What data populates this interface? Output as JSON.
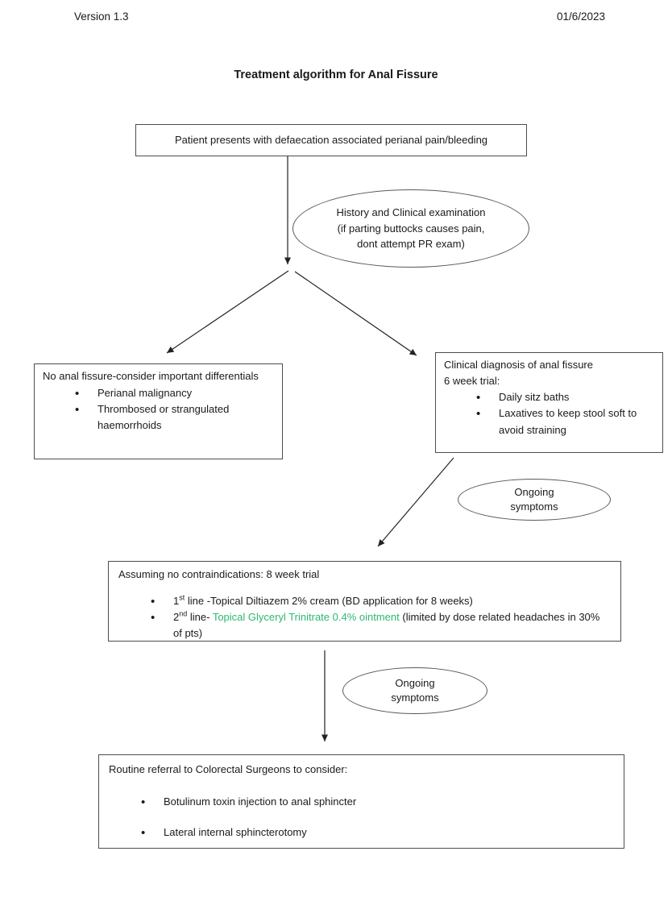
{
  "header": {
    "version": "Version 1.3",
    "date": "01/6/2023",
    "title": "Treatment algorithm for Anal Fissure"
  },
  "nodes": {
    "presenting": {
      "text": "Patient presents with defaecation associated perianal pain/bleeding"
    },
    "history_exam": {
      "line1": "History and Clinical examination",
      "line2": "(if parting buttocks causes pain,",
      "line3": "dont attempt PR exam)"
    },
    "no_fissure": {
      "heading": "No anal fissure-consider important differentials",
      "bullets": [
        "Perianal malignancy",
        "Thrombosed or strangulated haemorrhoids"
      ]
    },
    "clinical_diagnosis": {
      "line1": "Clinical diagnosis of anal fissure",
      "line2": "6 week trial:",
      "bullets": [
        "Daily sitz baths",
        "Laxatives to keep stool soft to avoid straining"
      ]
    },
    "ongoing_symptoms_1": {
      "line1": "Ongoing",
      "line2": "symptoms"
    },
    "eight_week_trial": {
      "heading": "Assuming no contraindications: 8 week trial",
      "first_line": {
        "ordinal": "1",
        "ordinal_suffix": "st",
        "text": " line -Topical Diltiazem 2% cream (BD application for 8 weeks)"
      },
      "second_line": {
        "ordinal": "2",
        "ordinal_suffix": "nd",
        "pre": " line- ",
        "highlight": "Topical Glyceryl Trinitrate 0.4% ointment",
        "post": " (limited by dose related headaches in 30% of pts)"
      }
    },
    "ongoing_symptoms_2": {
      "line1": "Ongoing",
      "line2": "symptoms"
    },
    "referral": {
      "heading": "Routine referral to Colorectal Surgeons to consider:",
      "bullets": [
        "Botulinum toxin injection to anal sphincter",
        "Lateral internal sphincterotomy"
      ]
    }
  },
  "colors": {
    "highlight_green": "#2eb872",
    "text": "#1a1a1a",
    "box_border": "#4d4d4d",
    "arrow": "#222222"
  }
}
